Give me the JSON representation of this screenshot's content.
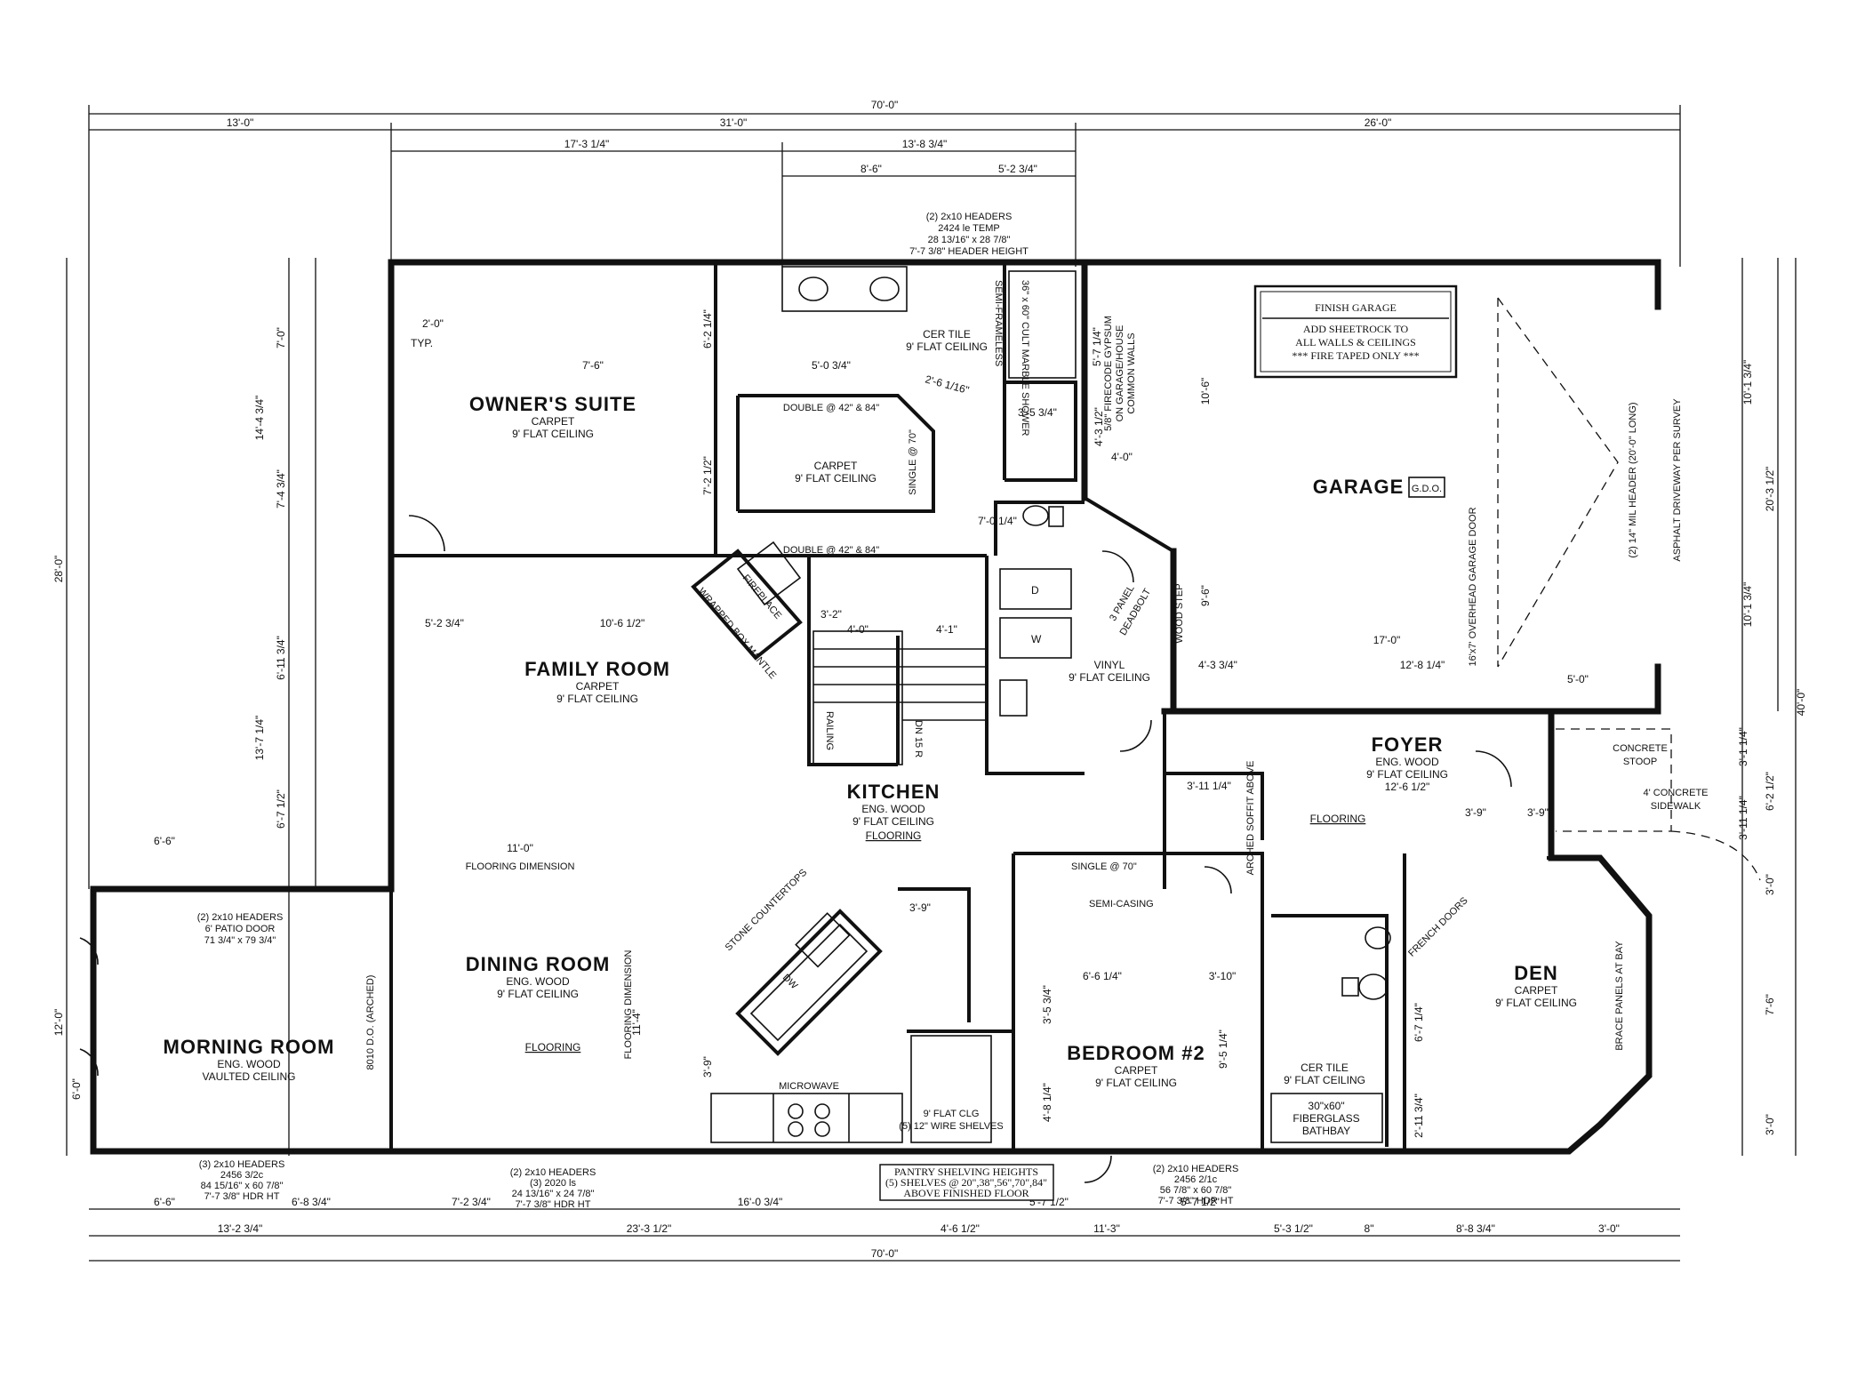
{
  "overall_dims": {
    "top_total": "70'-0\"",
    "bottom_total": "70'-0\"",
    "left_total": "28'-0\"",
    "right_total": "40'-0\""
  },
  "top_dims": {
    "row1": [
      "13'-0\"",
      "31'-0\"",
      "26'-0\""
    ],
    "row2": [
      "17'-3 1/4\"",
      "13'-8 3/4\""
    ],
    "row3": [
      "8'-6\"",
      "5'-2 3/4\""
    ]
  },
  "bottom_dims": {
    "row1": [
      "6'-6\"",
      "6'-8 3/4\"",
      "7'-2 3/4\"",
      "16'-0 3/4\"",
      "5'-7 1/2\"",
      "5'-7 1/2\""
    ],
    "row2": [
      "13'-2 3/4\"",
      "23'-3 1/2\"",
      "4'-6 1/2\"",
      "11'-3\"",
      "5'-3 1/2\"",
      "8\"",
      "8'-8 3/4\"",
      "3'-0\""
    ]
  },
  "left_dims": [
    "7'-0\"",
    "14'-4 3/4\"",
    "7'-4 3/4\"",
    "6'-11 3/4\"",
    "13'-7 1/4\"",
    "6'-7 1/2\"",
    "12'-0\"",
    "6'-0\""
  ],
  "right_dims": [
    "10'-1 3/4\"",
    "20'-3 1/2\"",
    "10'-1 3/4\"",
    "3'-1 1/4\"",
    "6'-2 1/2\"",
    "3'-11 1/4\"",
    "3'-0\"",
    "7'-6\"",
    "3'-0\""
  ],
  "rooms": {
    "owners_suite": {
      "name": "OWNER'S SUITE",
      "floor": "CARPET",
      "ceiling": "9' FLAT CEILING"
    },
    "closet": {
      "floor": "CARPET",
      "ceiling": "9' FLAT CEILING"
    },
    "master_bath": {
      "floor": "CER TILE",
      "ceiling": "9' FLAT CEILING"
    },
    "family_room": {
      "name": "FAMILY ROOM",
      "floor": "CARPET",
      "ceiling": "9' FLAT CEILING"
    },
    "kitchen": {
      "name": "KITCHEN",
      "floor": "ENG. WOOD",
      "ceiling": "9' FLAT CEILING",
      "extra": "FLOORING"
    },
    "dining_room": {
      "name": "DINING ROOM",
      "floor": "ENG. WOOD",
      "ceiling": "9' FLAT CEILING",
      "extra": "FLOORING"
    },
    "morning_room": {
      "name": "MORNING ROOM",
      "floor": "ENG. WOOD",
      "ceiling": "VAULTED CEILING"
    },
    "garage": {
      "name": "GARAGE",
      "tag": "G.D.O."
    },
    "laundry": {
      "floor": "VINYL",
      "ceiling": "9' FLAT CEILING"
    },
    "foyer": {
      "name": "FOYER",
      "floor": "ENG. WOOD",
      "ceiling": "9' FLAT CEILING",
      "dim": "12'-6 1/2\"",
      "extra": "FLOORING"
    },
    "bedroom2": {
      "name": "BEDROOM #2",
      "floor": "CARPET",
      "ceiling": "9' FLAT CEILING"
    },
    "bath2": {
      "floor": "CER TILE",
      "ceiling": "9' FLAT CEILING",
      "tub": "30\"x60\"",
      "tub_name": "FIBERGLASS",
      "tub_type": "BATHBAY"
    },
    "den": {
      "name": "DEN",
      "floor": "CARPET",
      "ceiling": "9' FLAT CEILING"
    }
  },
  "notes": {
    "finish_garage_title": "FINISH GARAGE",
    "finish_garage_lines": [
      "ADD SHEETROCK TO",
      "ALL WALLS & CEILINGS",
      "*** FIRE TAPED ONLY ***"
    ],
    "pantry_lines": [
      "PANTRY SHELVING HEIGHTS",
      "(5) SHELVES @ 20\",38\",56\",70\",84\"",
      "ABOVE FINISHED FLOOR"
    ],
    "top_header": [
      "(2) 2x10 HEADERS",
      "2424 le TEMP",
      "28 13/16\" x 28 7/8\"",
      "7'-7 3/8\" HEADER HEIGHT"
    ],
    "morning_header": [
      "(2) 2x10 HEADERS",
      "6' PATIO DOOR",
      "71 3/4\" x 79 3/4\""
    ],
    "bottom_header_morning": [
      "(3) 2x10 HEADERS",
      "2456 3/2c",
      "84 15/16\" x 60 7/8\"",
      "7'-7 3/8\" HDR HT"
    ],
    "bottom_header_dining": [
      "(2) 2x10 HEADERS",
      "(3) 2020 ls",
      "24 13/16\" x 24 7/8\"",
      "7'-7 3/8\" HDR HT"
    ],
    "bottom_header_bed": [
      "(2) 2x10 HEADERS",
      "2456 2/1c",
      "56 7/8\" x 60 7/8\"",
      "7'-7 3/8\" HDR HT"
    ],
    "garage_door": "16'x7' OVERHEAD GARAGE DOOR",
    "garage_header": "(2) 14\" MIL HEADER (20'-0\" LONG)",
    "driveway": "ASPHALT DRIVEWAY PER SURVEY",
    "firecode": [
      "5/8\" FIRECODE GYPSUM",
      "ON GARAGE/HOUSE",
      "COMMON WALLS"
    ],
    "concrete_stoop": [
      "CONCRETE",
      "STOOP"
    ],
    "sidewalk": [
      "4' CONCRETE",
      "SIDEWALK"
    ],
    "flooring_dimension": "FLOORING DIMENSION",
    "dining_flooring_dim": "FLOORING DIMENSION",
    "fireplace": "FIREPLACE",
    "box_mantle": "WRAPPED BOX MANTLE",
    "railing": "RAILING",
    "dn_stairs": "DN 15 R",
    "wood_step": "WOOD STEP",
    "deadbolt": "DEADBOLT",
    "panel": "3 PANEL",
    "arched_soffit": "ARCHED SOFFIT ABOVE",
    "french_doors": "FRENCH DOORS",
    "brace_panels": "BRACE PANELS AT BAY",
    "semi_casing": "SEMI-CASING",
    "microwave": "MICROWAVE",
    "dw": "DW",
    "stone_countertops": "STONE COUNTERTOPS",
    "shower": "36\" x 60\" CULT MARBLE SHOWER",
    "frameless": "SEMI-FRAMELESS",
    "wire_shelves": "(5) 12\" WIRE SHELVES",
    "pantry_ceiling": "9' FLAT CLG",
    "arched_do": "8010 D.O. (ARCHED)",
    "closet_double_top": "DOUBLE @ 42\" & 84\"",
    "closet_double_bottom": "DOUBLE @ 42\" & 84\"",
    "closet_single": "SINGLE @ 70\"",
    "single_70": "SINGLE @ 70\""
  },
  "interior_dims": {
    "d_2_0": "2'-0\"",
    "typ": "TYP.",
    "d_5_2_34": "5'-2 3/4\"",
    "d_10_6_12": "10'-6 1/2\"",
    "d_11_0": "11'-0\"",
    "d_5_0_34": "5'-0 3/4\"",
    "d_7_6": "7'-6\"",
    "d_7_2_12": "7'-2 1/2\"",
    "d_6_2_14": "6'-2 1/4\"",
    "d_2_6_116": "2'-6 1/16\"",
    "d_3_5_34": "3'-5 3/4\"",
    "d_7_0_14": "7'-0 1/4\"",
    "d_4_3_12": "4'-3 1/2\"",
    "d_4_0": "4'-0\"",
    "d_5_7_14": "5'-7 1/4\"",
    "d_10_6": "10'-6\"",
    "d_9_6": "9'-6\"",
    "d_17_0": "17'-0\"",
    "d_12_8_14": "12'-8 1/4\"",
    "d_4_3_34": "4'-3 3/4\"",
    "d_5_0": "5'-0\"",
    "d_3_2": "3'-2\"",
    "d_4_0b": "4'-0\"",
    "d_4_1": "4'-1\"",
    "d_3_9": "3'-9\"",
    "d_6_6_14": "6'-6 1/4\"",
    "d_3_10": "3'-10\"",
    "d_9_5_14": "9'-5 1/4\"",
    "d_3_5_34b": "3'-5 3/4\"",
    "d_4_8_14": "4'-8 1/4\"",
    "d_6_7_14": "6'-7 1/4\"",
    "d_2_11_34": "2'-11 3/4\"",
    "d_11_4": "11'-4\"",
    "d_3_9b": "3'-9\"",
    "d_3_11_14": "3'-11 1/4\"",
    "d_3_9c": "3'-9\"",
    "d_3_9d": "3'-9\"",
    "d_6_6": "6'-6\""
  }
}
